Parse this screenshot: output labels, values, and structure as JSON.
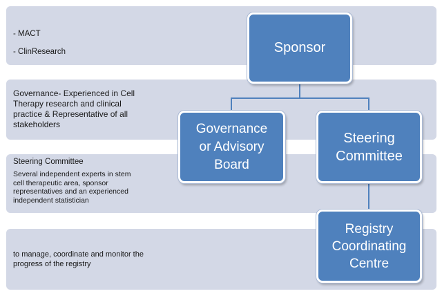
{
  "colors": {
    "band_fill": "#d3d8e6",
    "node_fill": "#4f81bd",
    "node_border": "#ffffff",
    "connector": "#4f81bd",
    "text_dark": "#1a1a1a",
    "text_light": "#ffffff"
  },
  "bands": [
    {
      "lines": [
        "- MACT",
        "- ClinResearch"
      ]
    },
    {
      "lines": [
        "Governance- Experienced in Cell",
        "Therapy research and clinical",
        "practice & Representative of all",
        "stakeholders"
      ]
    },
    {
      "lines": [
        "Steering Committee",
        "Several independent experts in stem",
        "cell therapeutic area, sponsor",
        "representatives and an experienced",
        "independent statistician"
      ]
    },
    {
      "lines": [
        "to manage, coordinate and monitor the",
        "progress of the registry"
      ]
    }
  ],
  "nodes": {
    "sponsor": {
      "lines": [
        "Sponsor"
      ]
    },
    "governance": {
      "lines": [
        "Governance",
        "or Advisory",
        "Board"
      ]
    },
    "steering": {
      "lines": [
        "Steering",
        "Committee"
      ]
    },
    "registry": {
      "lines": [
        "Registry",
        "Coordinating",
        "Centre"
      ]
    }
  },
  "connections": [
    {
      "from": "sponsor",
      "to": "governance"
    },
    {
      "from": "sponsor",
      "to": "steering"
    },
    {
      "from": "steering",
      "to": "registry"
    }
  ]
}
